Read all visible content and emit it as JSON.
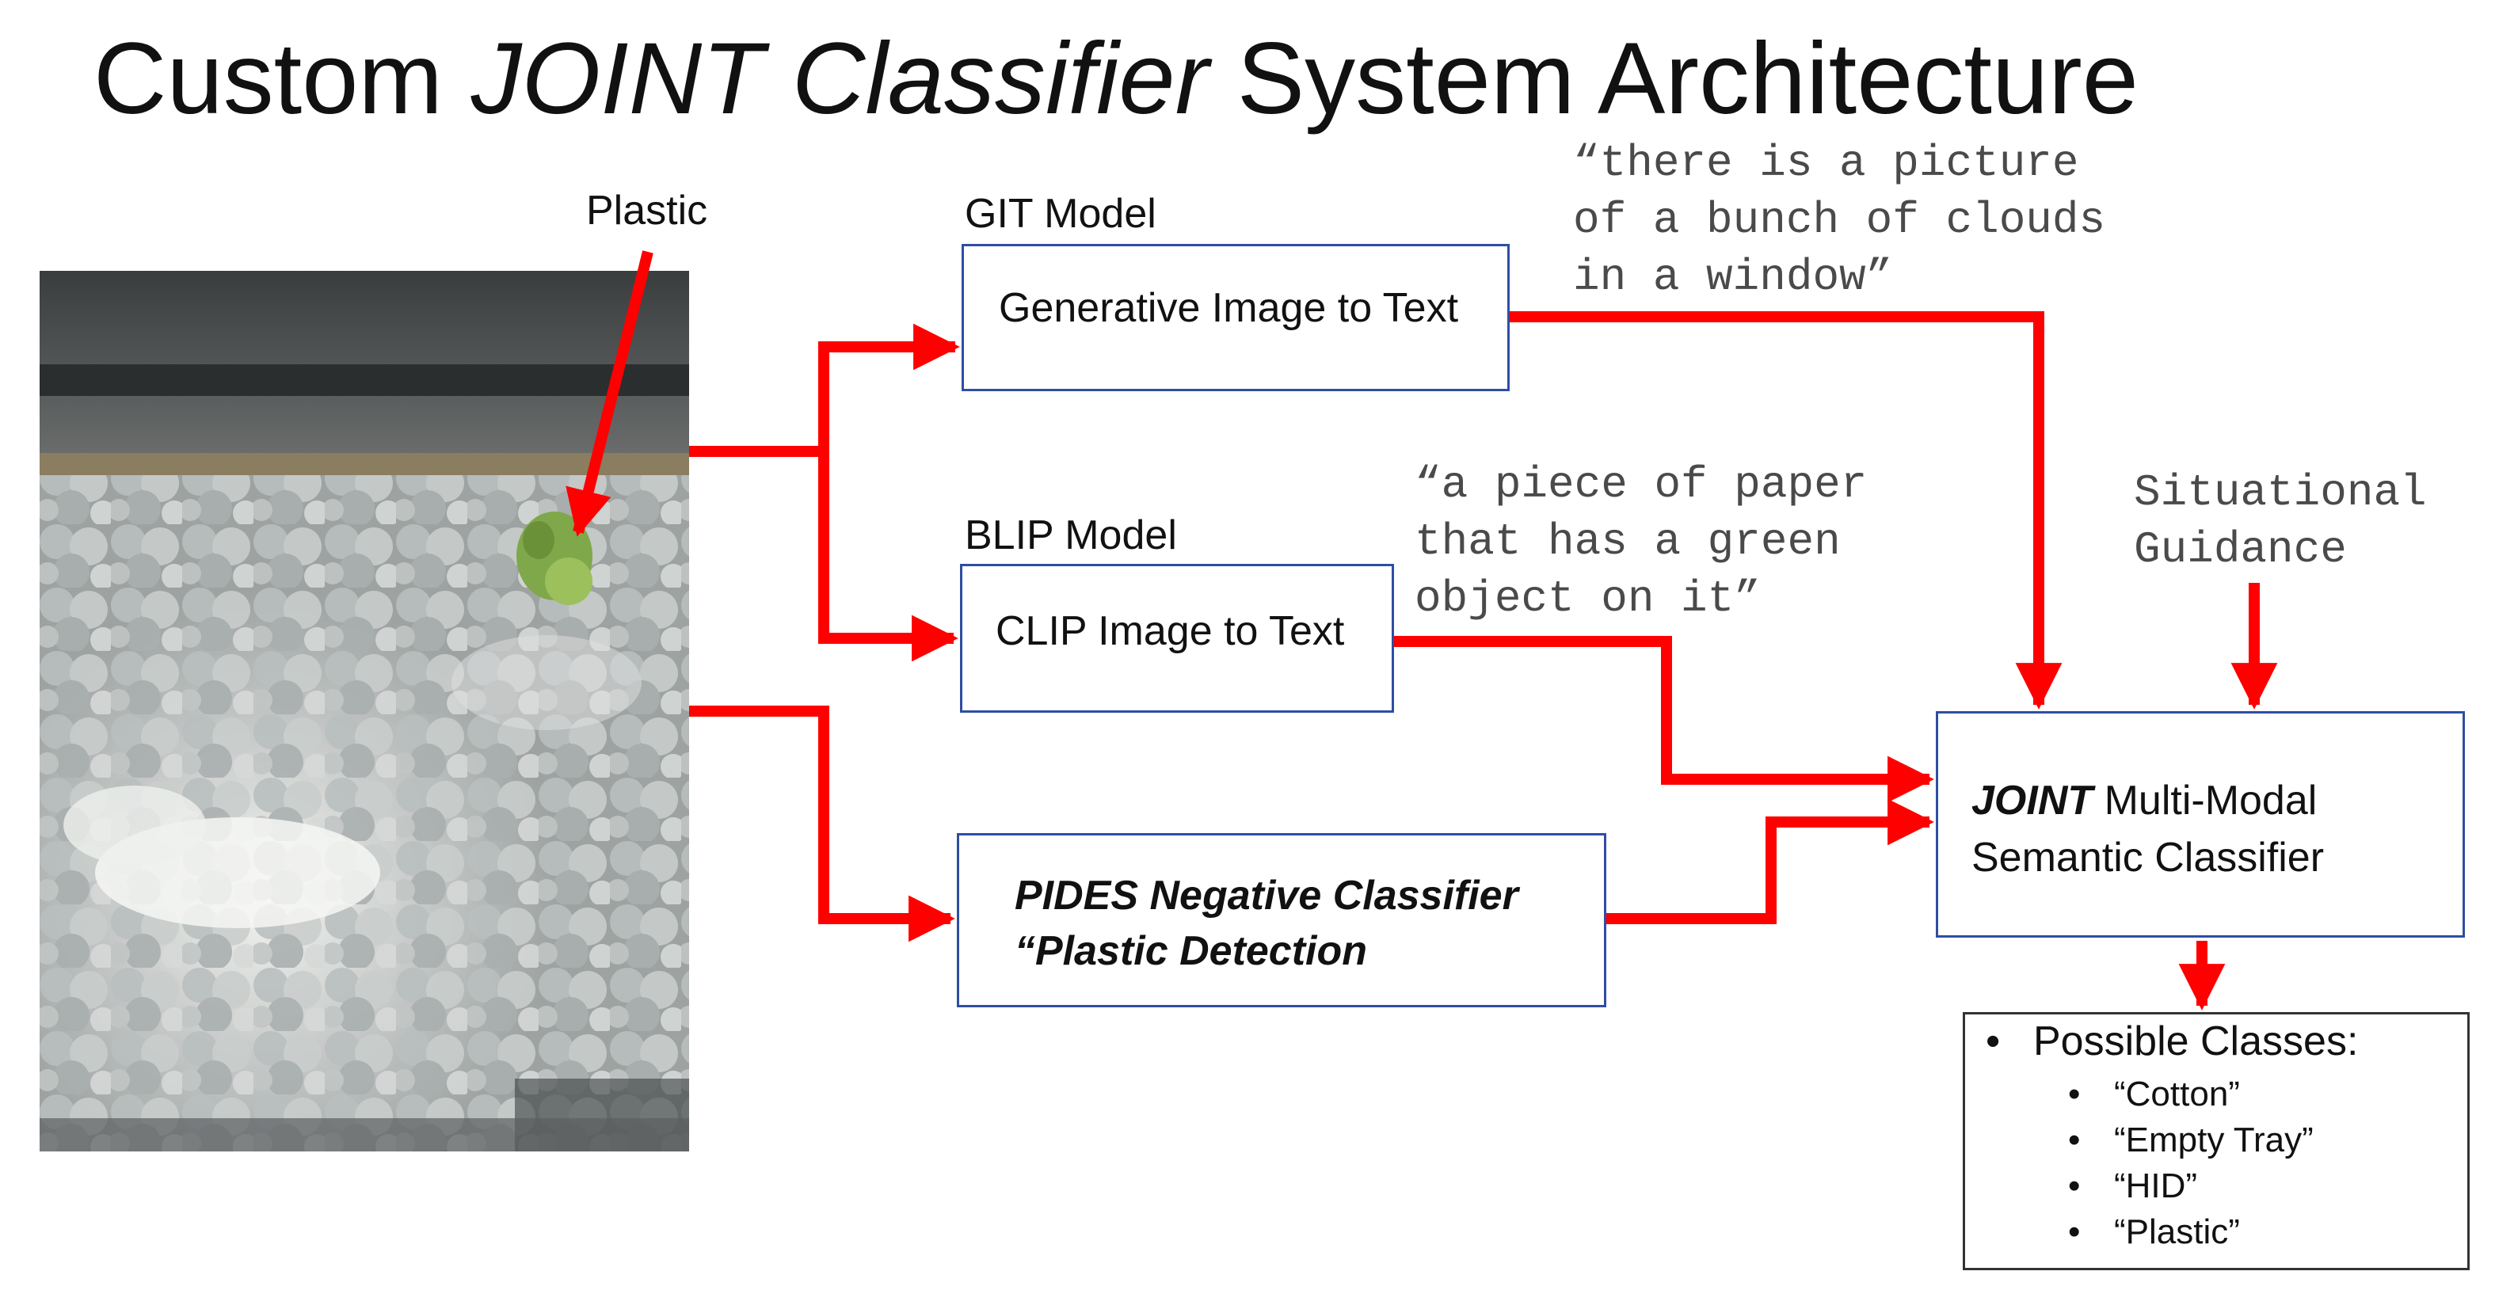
{
  "title": {
    "part1": "Custom ",
    "part2": "JOINT Classifier",
    "part3": " System Architecture"
  },
  "photo_label": "Plastic",
  "git": {
    "caption": "GIT Model",
    "label": "Generative Image to Text",
    "output": "“there is a picture\nof a bunch of clouds\nin a window”"
  },
  "blip": {
    "caption": "BLIP Model",
    "label": "CLIP Image to Text",
    "output": "“a piece of paper\nthat has a green\nobject on it”"
  },
  "pides": {
    "line1": "PIDES Negative Classifier",
    "line2": "“Plastic Detection"
  },
  "guidance": "Situational\nGuidance",
  "joint": {
    "bold": "JOINT",
    "rest1": " Multi-Modal",
    "line2": "Semantic Classifier"
  },
  "classes": {
    "bullet": "•",
    "heading": "Possible Classes:",
    "items": [
      "“Cotton”",
      "“Empty Tray”",
      "“HID”",
      "“Plastic”"
    ]
  },
  "colors": {
    "arrow": "#ff0000",
    "box_border": "#2f4ea3",
    "quote_text": "#4a4a4a"
  }
}
